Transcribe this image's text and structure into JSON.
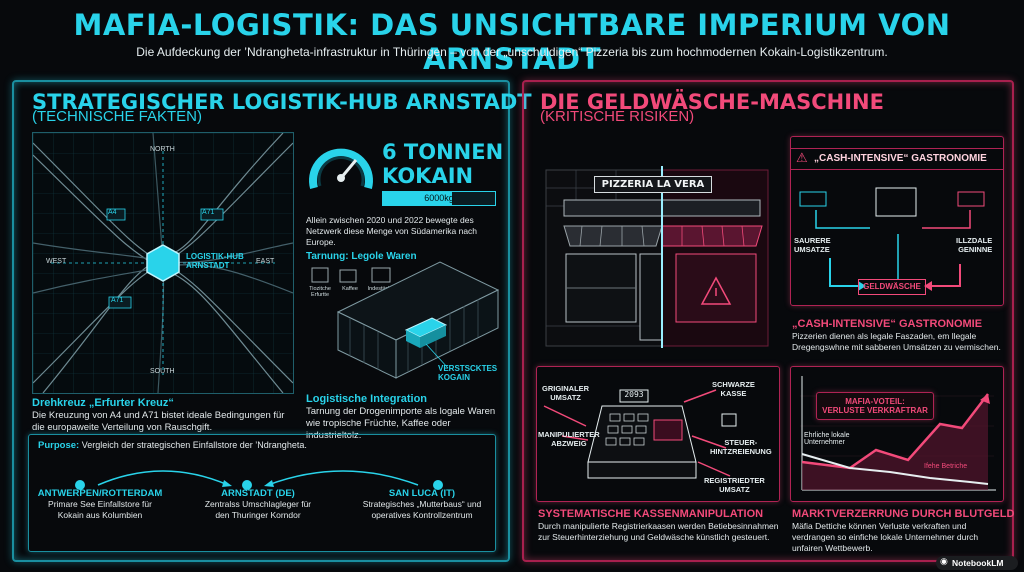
{
  "header": {
    "title": "MAFIA-LOGISTIK: DAS UNSICHTBARE IMPERIUM VON ARNSTADT",
    "subtitle": "Die Aufdeckung der ’Ndrangheta-infrastruktur in Thüringen – von der „unschuldigen“ Pizzeria bis zum hochmodernen Kokain-Logistikzentrum."
  },
  "left": {
    "heading": "STRATEGISCHER LOGISTIK-HUB ARNSTADT",
    "subheading": "(TECHNISCHE FAKTEN)",
    "map": {
      "north": "NORTH",
      "south": "SOUTH",
      "west": "WEST",
      "east": "EAST",
      "road_a4": "A4",
      "road_a71_top": "A71",
      "road_a71_bottom": "A71",
      "hub_label": "LOGISTIK-HUB\nARNSTADT"
    },
    "kreuz_title": "Drehkreuz „Erfurter Kreuz“",
    "kreuz_text": "Die Kreuzung von A4 und A71 bistet ideale Bedingungen für die europaweite Verteilung von Rauschgift.",
    "tonnen_title_1": "6 TONNEN",
    "tonnen_title_2": "KOKAIN",
    "tonnen_bar_label": "6000kg",
    "tonnen_bar_fill": 0.62,
    "tonnen_text": "Allein zwischen 2020 und 2022 bewegte des Netzwerk diese Menge von Südamerika nach Europe.",
    "tarnung_label": "Tarnung: Legole Waren",
    "tarnung_items": [
      "Tiozitche Erfurtte",
      "Kaffee",
      "Indestiiahole"
    ],
    "container_label": "VERSTSCKTES\nKOGAIN",
    "integration_title": "Logistische Integration",
    "integration_text": "Tarnung der Drogenimporte als logale Waren wie tropische Früchte, Kaffee oder industrieltolz.",
    "purpose_label": "Purpose:",
    "purpose_text": "Vergleich der strategischen Einfallstore der ’Ndrangheta.",
    "route": [
      {
        "name": "ANTWERPEN/ROTTERDAM",
        "desc": "Primare See Einfallstore für\nKokain aus Kolumbien"
      },
      {
        "name": "ARNSTADT (DE)",
        "desc": "Zentralss Umschlagleger für\nden Thuringer Korndor"
      },
      {
        "name": "SAN LUCA (IT)",
        "desc": "Strategisches „Mutterbaus“ und\noperatives Kontrollzentrum"
      }
    ]
  },
  "right": {
    "heading": "DIE GELDWÄSCHE-MASCHINE",
    "subheading": "(KRITISCHE RISIKEN)",
    "pizzeria_sign": "PIZZERIA LA VERA",
    "gastro_box_title": "„CASH-INTENSIVE“ GASTRONOMIE",
    "flow": {
      "left": "SAURERE\nUMSATZE",
      "right": "ILLZDALE\nGENINNE",
      "bottom": "GELDWÄSCHE"
    },
    "gastro_title": "„CASH-INTENSIVE“ GASTRONOMIE",
    "gastro_text": "Pizzerien dienen als legale Faszaden, em llegale Dregengswhne mit sabberen Umsätzen zu vermischen.",
    "register": {
      "display": "2093",
      "labels": [
        "GRIGINALER\nUMSATZ",
        "MANIPULIERTER\nABZWEIG",
        "SCHWARZE\nKASSE",
        "STEUER-\nHINTZREIENUNG",
        "REGISTRIEDTER\nUMSATZ"
      ]
    },
    "kassen_title": "SYSTEMATISCHE KASSENMANIPULATION",
    "kassen_text": "Durch manipulierte Registrierkaasen werden Betiebesinnahmen zur Steuerhinterziehung und Geldwäsche künstlich gesteuert.",
    "chart_box_title": "MAFIA-VOTEIL:\nVERLUSTE VERKRAFTRAR",
    "chart_label_honest": "Ehrliche lokale\nUnternehmer",
    "chart_label_mafia": "Ifehe Betriche",
    "markt_title": "MARKTVERZERRUNG DURCH BLUTGELD",
    "markt_text": "Mäfia Dettiche können Verluste verkraften und verdrangen so einfiche lokale Unternehmer durch unfairen Wettbewerb."
  },
  "footer": {
    "brand": "NotebookLM"
  }
}
